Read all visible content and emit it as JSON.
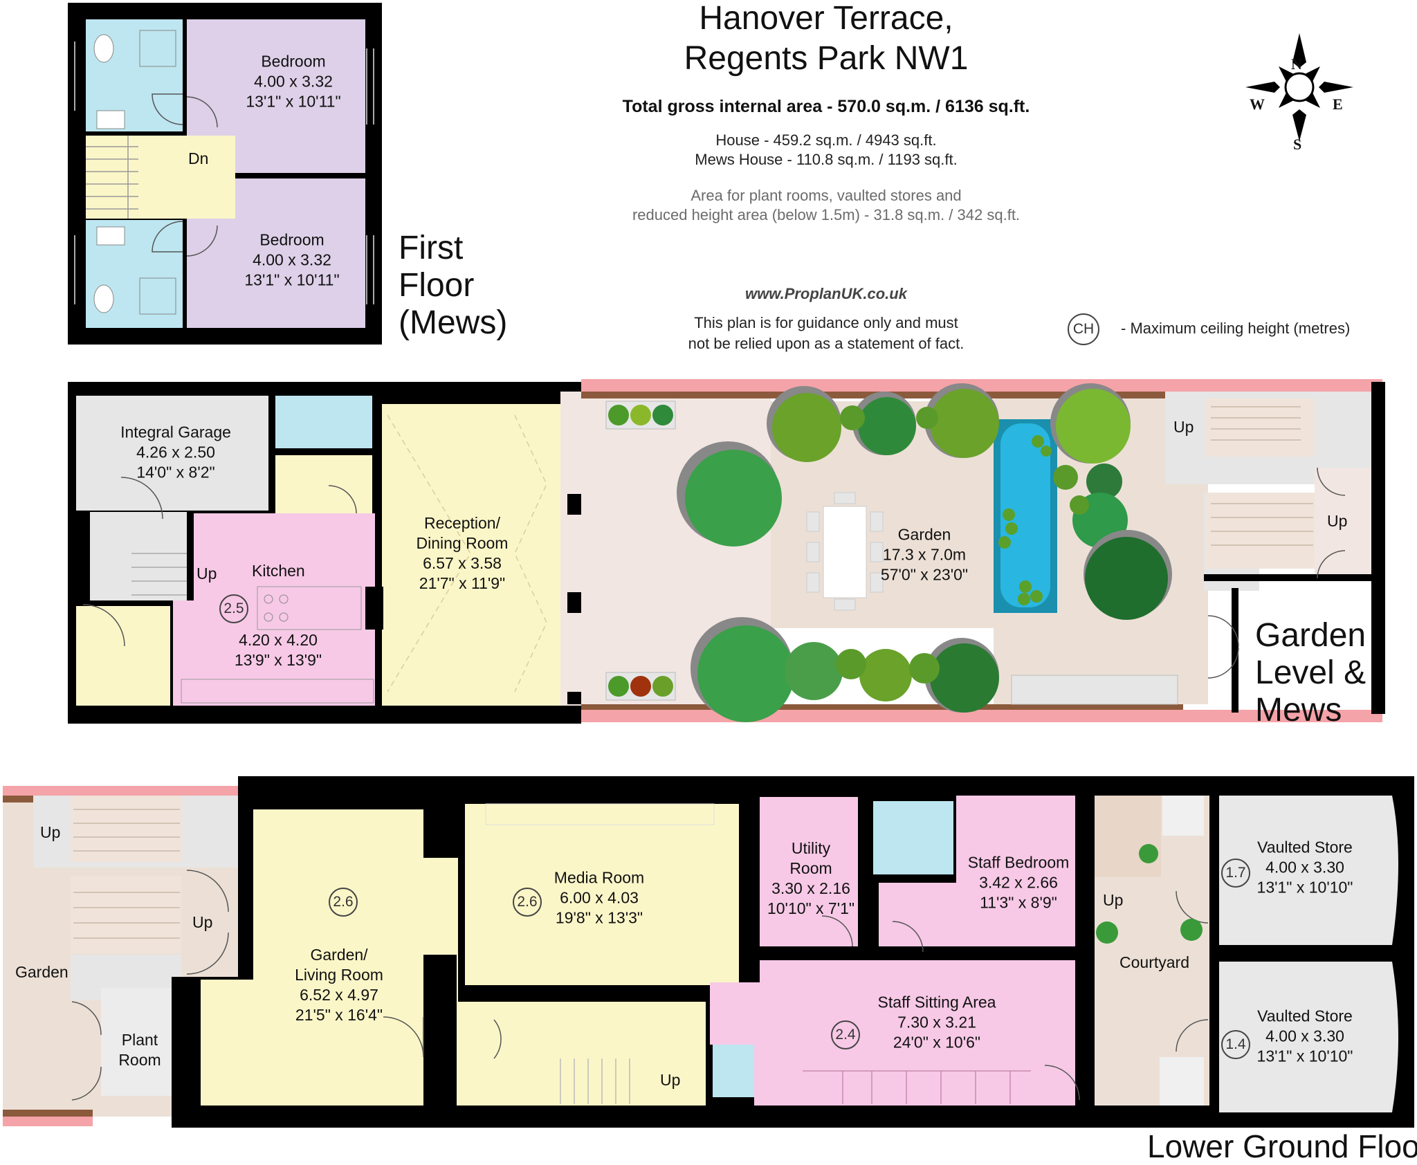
{
  "header": {
    "title_line1": "Hanover Terrace,",
    "title_line2": "Regents Park NW1",
    "total_area": "Total gross internal area - 570.0 sq.m. / 6136 sq.ft.",
    "house_area": "House - 459.2 sq.m. / 4943 sq.ft.",
    "mews_area": "Mews House - 110.8 sq.m. / 1193 sq.ft.",
    "plant_area_line1": "Area for plant rooms, vaulted stores and",
    "plant_area_line2": "reduced height area (below 1.5m) - 31.8 sq.m. / 342 sq.ft.",
    "website": "www.ProplanUK.co.uk",
    "disclaimer_line1": "This plan is for guidance only and must",
    "disclaimer_line2": "not be relied upon as a statement of fact."
  },
  "legend": {
    "badge": "CH",
    "text": "- Maximum ceiling height (metres)"
  },
  "compass": {
    "north": "N",
    "south": "S",
    "east": "E",
    "west": "W"
  },
  "floors": {
    "first": {
      "line1": "First",
      "line2": "Floor",
      "line3": "(Mews)"
    },
    "garden": {
      "line1": "Garden",
      "line2": "Level &",
      "line3": "Mews"
    },
    "lower": {
      "label": "Lower Ground Floor"
    }
  },
  "rooms": {
    "bedroom1": {
      "name": "Bedroom",
      "metric": "4.00 x 3.32",
      "imperial": "13'1\" x 10'11\""
    },
    "bedroom2": {
      "name": "Bedroom",
      "metric": "4.00 x 3.32",
      "imperial": "13'1\" x 10'11\""
    },
    "garage": {
      "name": "Integral Garage",
      "metric": "4.26 x 2.50",
      "imperial": "14'0\" x 8'2\""
    },
    "kitchen": {
      "name": "Kitchen",
      "metric": "4.20 x 4.20",
      "imperial": "13'9\" x 13'9\""
    },
    "reception": {
      "name1": "Reception/",
      "name2": "Dining Room",
      "metric": "6.57 x 3.58",
      "imperial": "21'7\" x 11'9\""
    },
    "garden_main": {
      "name": "Garden",
      "metric": "17.3 x 7.0m",
      "imperial": "57'0\" x 23'0\""
    },
    "garden_lower": {
      "name": "Garden"
    },
    "plant_room": {
      "name1": "Plant",
      "name2": "Room"
    },
    "living": {
      "name1": "Garden/",
      "name2": "Living Room",
      "metric": "6.52 x 4.97",
      "imperial": "21'5\" x 16'4\""
    },
    "media": {
      "name": "Media Room",
      "metric": "6.00 x 4.03",
      "imperial": "19'8\" x 13'3\""
    },
    "utility": {
      "name1": "Utility",
      "name2": "Room",
      "metric": "3.30 x 2.16",
      "imperial": "10'10\" x 7'1\""
    },
    "staff_bedroom": {
      "name": "Staff Bedroom",
      "metric": "3.42 x 2.66",
      "imperial": "11'3\" x 8'9\""
    },
    "staff_sitting": {
      "name": "Staff Sitting Area",
      "metric": "7.30 x 3.21",
      "imperial": "24'0\" x 10'6\""
    },
    "courtyard": {
      "name": "Courtyard"
    },
    "vault1": {
      "name": "Vaulted Store",
      "metric": "4.00 x 3.30",
      "imperial": "13'1\" x 10'10\""
    },
    "vault2": {
      "name": "Vaulted Store",
      "metric": "4.00 x 3.30",
      "imperial": "13'1\" x 10'10\""
    }
  },
  "ceiling_heights": {
    "kitchen": "2.5",
    "living": "2.6",
    "media": "2.6",
    "staff_sitting": "2.4",
    "vault1": "1.7",
    "vault2": "1.4"
  },
  "stair_labels": {
    "first_dn": "Dn",
    "kitchen_up": "Up",
    "mews_up1": "Up",
    "mews_up2": "Up",
    "lower_up_left": "Up",
    "lower_up_hall": "Up",
    "lower_up_stairs": "Up",
    "courtyard_up": "Up"
  },
  "colors": {
    "wall": "#000000",
    "bedroom": "#ddd0e8",
    "bathroom": "#bde6f0",
    "stair": "#fbf6c8",
    "garage": "#e6e6e6",
    "kitchen": "#f7c9e6",
    "reception": "#fbf6c8",
    "terrace": "#f2e6e2",
    "patio": "#ece0d6",
    "boundary": "#f4a3a8",
    "pond": "#29b6e0",
    "staff": "#f7c9e6"
  }
}
